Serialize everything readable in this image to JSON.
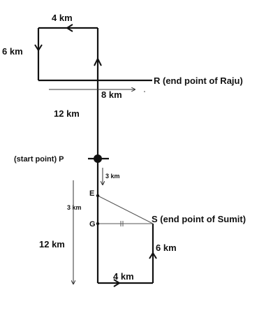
{
  "diagram": {
    "labels": {
      "top_4km": "4 km",
      "left_6km": "6 km",
      "r_label": "R (end point of Raju)",
      "mid_8km": "8 km",
      "up_12km": "12 km",
      "start_label": "(start point) P",
      "down_3km": "3 km",
      "point_e": "E",
      "side_3km": "3 km",
      "point_g": "G",
      "s_label": "S (end point of Sumit)",
      "bottom_12km": "12 km",
      "right_6km": "6 km",
      "bottom_4km": "4 km"
    }
  }
}
